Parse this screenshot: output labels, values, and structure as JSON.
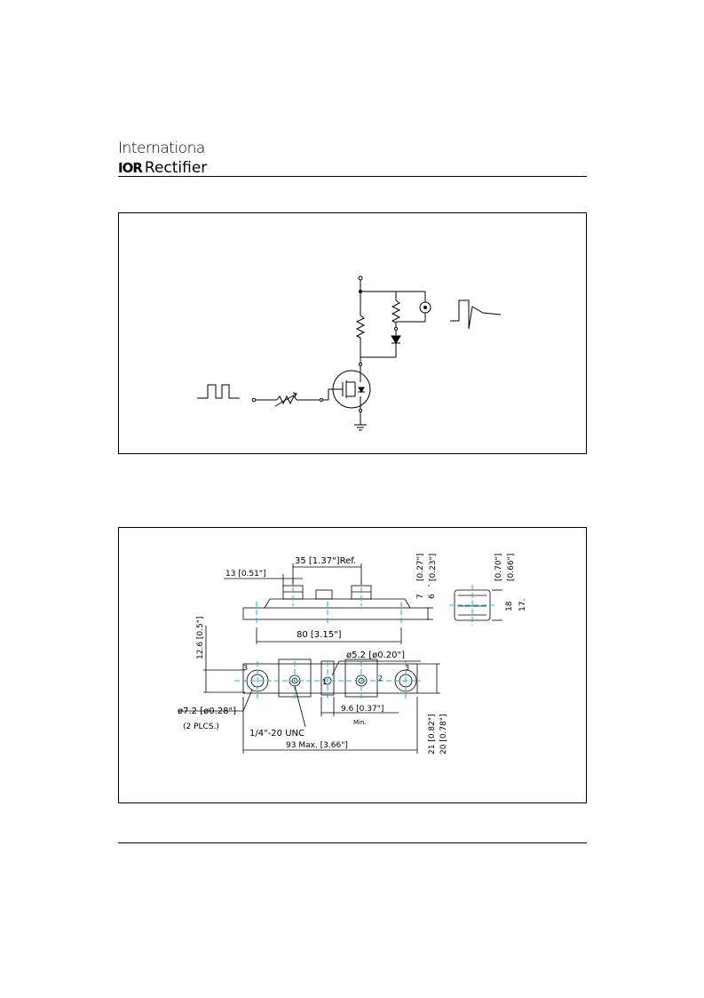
{
  "header": {
    "company_line1": "Internationa",
    "logo_mark": "IOR",
    "company_line2": "Rectifier"
  },
  "drawing": {
    "dim_35": "35 [1.37\"]Ref.",
    "dim_13": "13 [0.51\"]",
    "dim_027": "[0.27\"]",
    "dim_023": "[0.23\"]",
    "dim_7": "7",
    "dim_6": "6",
    "dim_070": "[0.70\"]",
    "dim_066": "[0.66\"]",
    "dim_18": "18",
    "dim_17": "17.",
    "dim_80": "80 [3.15\"]",
    "dim_126": "12.6 [0.5\"]",
    "dim_52": "ø5.2 [ø0.20\"]",
    "dim_72": "ø7.2 [ø0.28\"]",
    "plcs": "(2 PLCS.)",
    "unc": "1/4\"-20 UNC",
    "dim_96": "9.6 [0.37\"]",
    "min": "Min.",
    "dim_93": "93 Max. [3.66\"]",
    "dim_21": "21 [0.82\"]",
    "dim_20": "20 [0.78\"]",
    "pin3": "3",
    "pin1": "1",
    "pin2": "2"
  }
}
